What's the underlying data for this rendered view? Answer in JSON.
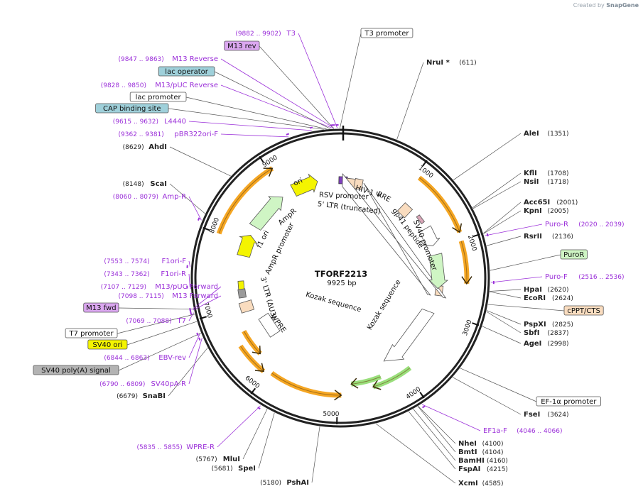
{
  "brand": {
    "created_by": "Created by",
    "app": "SnapGene"
  },
  "plasmid": {
    "name": "TFORF2213",
    "size": "9925 bp",
    "total": 9925
  },
  "ticks": [
    {
      "label": "1000",
      "bp": 1000
    },
    {
      "label": "2000",
      "bp": 2000
    },
    {
      "label": "3000",
      "bp": 3000
    },
    {
      "label": "4000",
      "bp": 4000
    },
    {
      "label": "5000",
      "bp": 5000
    },
    {
      "label": "6000",
      "bp": 6000
    },
    {
      "label": "7000",
      "bp": 7000
    },
    {
      "label": "8000",
      "bp": 8000
    },
    {
      "label": "9000",
      "bp": 9000
    }
  ],
  "colors": {
    "enzyme": "#222222",
    "primer": "#9b30d9",
    "backbone": "#222222",
    "orange_feature": "#f5a623",
    "green_feature": "#9adf7c"
  },
  "enzymes": [
    {
      "name": "NruI *",
      "pos": "(611)",
      "side": "right",
      "bp": 611
    },
    {
      "name": "AleI",
      "pos": "(1351)",
      "side": "right",
      "bp": 1351
    },
    {
      "name": "KflI",
      "pos": "(1708)",
      "side": "right",
      "bp": 1708
    },
    {
      "name": "NsiI",
      "pos": "(1718)",
      "side": "right",
      "bp": 1718
    },
    {
      "name": "Acc65I",
      "pos": "(2001)",
      "side": "right",
      "bp": 2001
    },
    {
      "name": "KpnI",
      "pos": "(2005)",
      "side": "right",
      "bp": 2005
    },
    {
      "name": "RsrII",
      "pos": "(2136)",
      "side": "right",
      "bp": 2136
    },
    {
      "name": "HpaI",
      "pos": "(2620)",
      "side": "right",
      "bp": 2620
    },
    {
      "name": "EcoRI",
      "pos": "(2624)",
      "side": "right",
      "bp": 2624
    },
    {
      "name": "PspXI",
      "pos": "(2825)",
      "side": "right",
      "bp": 2825
    },
    {
      "name": "SbfI",
      "pos": "(2837)",
      "side": "right",
      "bp": 2837
    },
    {
      "name": "AgeI",
      "pos": "(2998)",
      "side": "right",
      "bp": 2998
    },
    {
      "name": "FseI",
      "pos": "(3624)",
      "side": "right",
      "bp": 3624
    },
    {
      "name": "NheI",
      "pos": "(4100)",
      "side": "right",
      "bp": 4100
    },
    {
      "name": "BmtI",
      "pos": "(4104)",
      "side": "right",
      "bp": 4104
    },
    {
      "name": "BamHI",
      "pos": "(4160)",
      "side": "right",
      "bp": 4160
    },
    {
      "name": "FspAI",
      "pos": "(4215)",
      "side": "right",
      "bp": 4215
    },
    {
      "name": "XcmI",
      "pos": "(4585)",
      "side": "right",
      "bp": 4585
    },
    {
      "name": "PshAI",
      "pos": "(5180)",
      "side": "left",
      "bp": 5180
    },
    {
      "name": "SpeI",
      "pos": "(5681)",
      "side": "left",
      "bp": 5681
    },
    {
      "name": "MluI",
      "pos": "(5767)",
      "side": "left",
      "bp": 5767
    },
    {
      "name": "SnaBI",
      "pos": "(6679)",
      "side": "left",
      "bp": 6679
    },
    {
      "name": "ScaI",
      "pos": "(8148)",
      "side": "left",
      "bp": 8148
    },
    {
      "name": "AhdI",
      "pos": "(8629)",
      "side": "left",
      "bp": 8629
    }
  ],
  "primers": [
    {
      "name": "T3",
      "pos": "(9882 .. 9902)",
      "side": "left",
      "bp": 9892
    },
    {
      "name": "M13 Reverse",
      "pos": "(9847 .. 9863)",
      "side": "left",
      "bp": 9855
    },
    {
      "name": "M13/pUC Reverse",
      "pos": "(9828 .. 9850)",
      "side": "left",
      "bp": 9839
    },
    {
      "name": "L4440",
      "pos": "(9615 .. 9632)",
      "side": "left",
      "bp": 9623
    },
    {
      "name": "pBR322ori-F",
      "pos": "(9362 .. 9381)",
      "side": "left",
      "bp": 9371
    },
    {
      "name": "Amp-R",
      "pos": "(8060 .. 8079)",
      "side": "left",
      "bp": 8069
    },
    {
      "name": "F1ori-F",
      "pos": "(7553 .. 7574)",
      "side": "left",
      "bp": 7563
    },
    {
      "name": "F1ori-R",
      "pos": "(7343 .. 7362)",
      "side": "left",
      "bp": 7352
    },
    {
      "name": "M13/pUC Forward",
      "pos": "(7107 .. 7129)",
      "side": "left",
      "bp": 7118
    },
    {
      "name": "M13 Forward",
      "pos": "(7098 .. 7115)",
      "side": "left",
      "bp": 7106
    },
    {
      "name": "T7",
      "pos": "(7069 .. 7088)",
      "side": "left",
      "bp": 7078
    },
    {
      "name": "EBV-rev",
      "pos": "(6844 .. 6863)",
      "side": "left",
      "bp": 6853
    },
    {
      "name": "SV40pA-R",
      "pos": "(6790 .. 6809)",
      "side": "left",
      "bp": 6799
    },
    {
      "name": "WPRE-R",
      "pos": "(5835 .. 5855)",
      "side": "left",
      "bp": 5845
    },
    {
      "name": "Puro-R",
      "pos": "(2020 .. 2039)",
      "side": "right",
      "bp": 2029
    },
    {
      "name": "Puro-F",
      "pos": "(2516 .. 2536)",
      "side": "right",
      "bp": 2526
    },
    {
      "name": "EF1a-F",
      "pos": "(4046 .. 4066)",
      "side": "right",
      "bp": 4056
    }
  ],
  "boxed_labels": [
    {
      "name": "T3 promoter",
      "fill": "#ffffff",
      "bp": 9920
    },
    {
      "name": "M13 rev",
      "fill": "#dba7f0",
      "bp": 9855
    },
    {
      "name": "lac operator",
      "fill": "#9fd0da",
      "bp": 9820
    },
    {
      "name": "lac promoter",
      "fill": "#ffffff",
      "bp": 9780
    },
    {
      "name": "CAP binding site",
      "fill": "#9fd0da",
      "bp": 9750
    },
    {
      "name": "PuroR",
      "fill": "#cff5c4",
      "bp": 2400
    },
    {
      "name": "cPPT/CTS",
      "fill": "#f9dcbf",
      "bp": 2760
    },
    {
      "name": "EF-1α promoter",
      "fill": "#ffffff",
      "bp": 3500
    },
    {
      "name": "M13 fwd",
      "fill": "#dba7f0",
      "bp": 7115
    },
    {
      "name": "T7 promoter",
      "fill": "#ffffff",
      "bp": 7060
    },
    {
      "name": "SV40 ori",
      "fill": "#f4f400",
      "bp": 6980
    },
    {
      "name": "SV40 poly(A) signal",
      "fill": "#b3b3b3",
      "bp": 6850
    }
  ],
  "inner_labels": [
    {
      "text": "ori",
      "bp": 9270,
      "r": 148
    },
    {
      "text": "RSV promoter",
      "bp": 9990,
      "r": 116
    },
    {
      "text": "5' LTR (truncated)",
      "bp": 10120,
      "r": 100
    },
    {
      "text": "HIV-1 Ψ",
      "bp": 10420,
      "r": 128
    },
    {
      "text": "RRE",
      "bp": 10700,
      "r": 130
    },
    {
      "text": "gp41 peptide",
      "bp": 11400,
      "r": 118
    },
    {
      "text": "SV40 promoter",
      "bp": 11820,
      "r": 128
    },
    {
      "text": "AmpR",
      "bp": 8800,
      "r": 114
    },
    {
      "text": "AmpR promoter",
      "bp": 8160,
      "r": 95
    },
    {
      "text": "f1 ori",
      "bp": 8180,
      "r": 122
    },
    {
      "text": "3' LTR (ΔU3)",
      "bp": 7020,
      "r": 105
    },
    {
      "text": "WPRE",
      "bp": 6450,
      "r": 108
    },
    {
      "text": "Kozak sequence",
      "bp": 3350,
      "r": 72
    },
    {
      "text": "Kozak sequence",
      "bp": 5400,
      "r": 35
    }
  ]
}
